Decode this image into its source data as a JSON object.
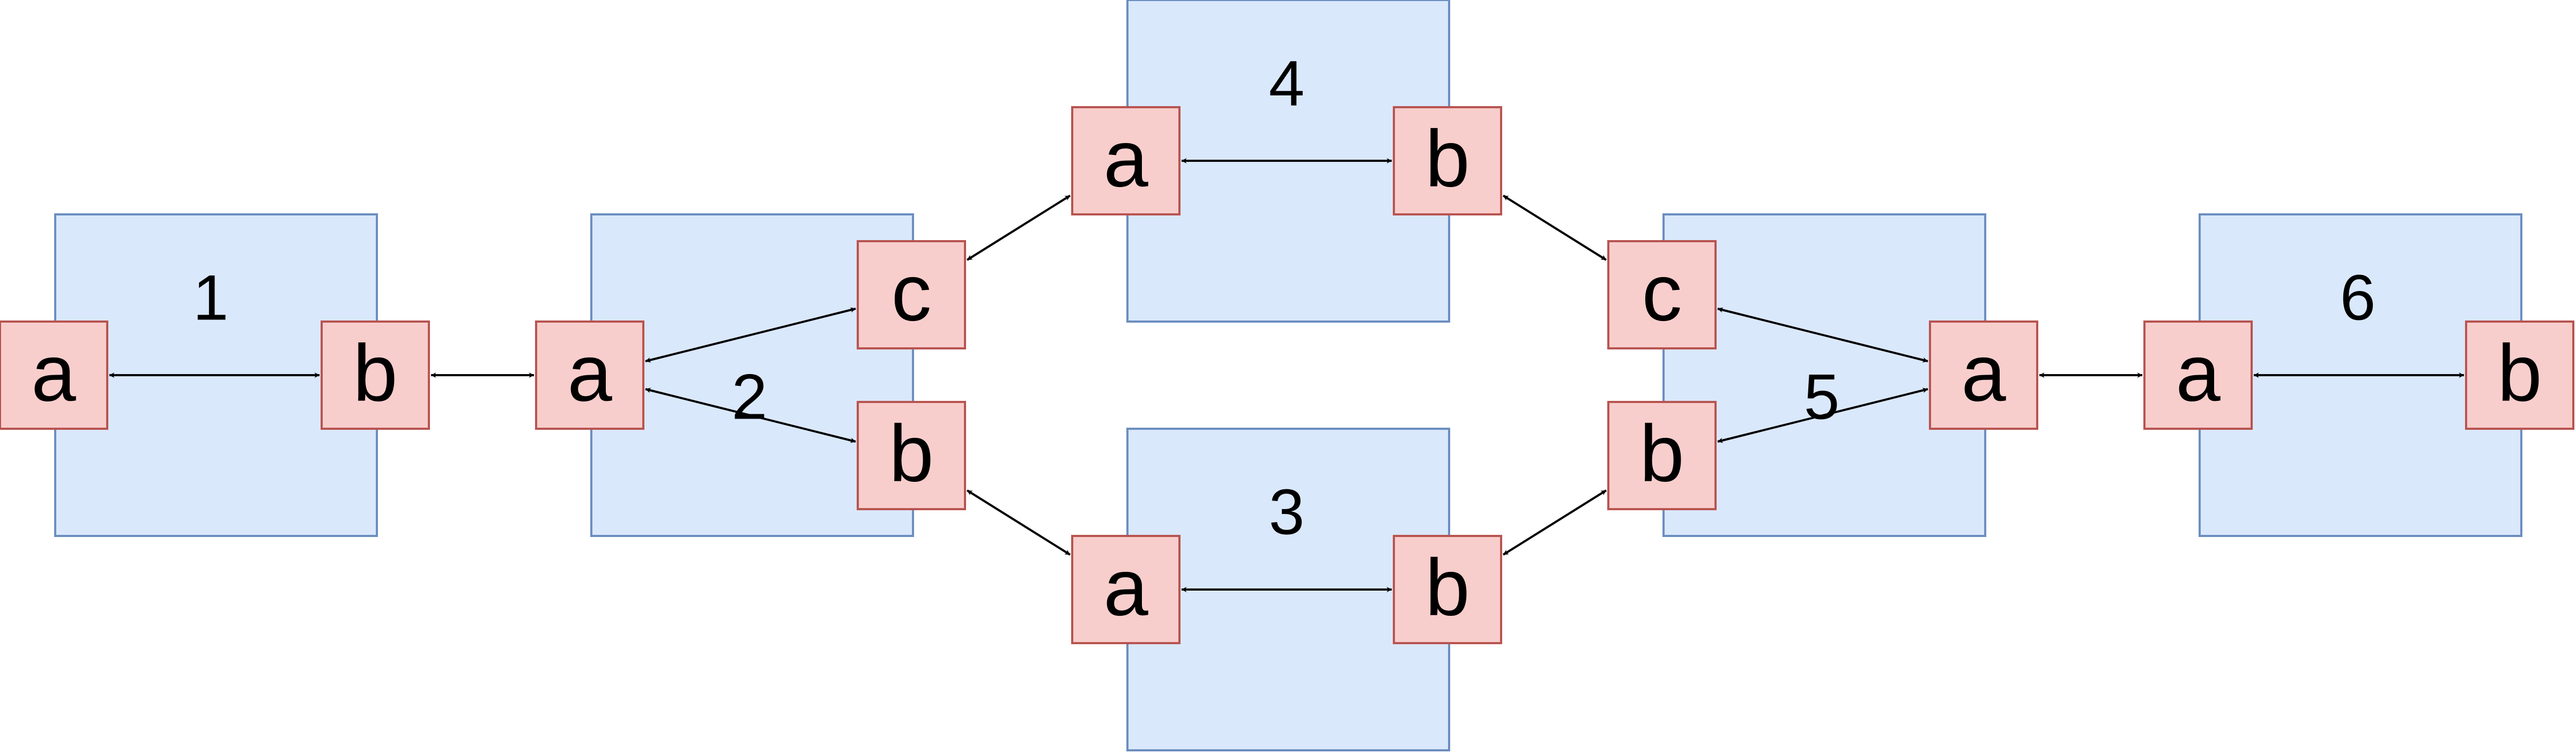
{
  "diagram": {
    "colors": {
      "block_fill": "#dae8fc",
      "block_stroke": "#6c8ebf",
      "port_fill": "#f8cecc",
      "port_stroke": "#b85450",
      "edge": "#000000"
    },
    "blocks": [
      {
        "id": "b1",
        "label": "1"
      },
      {
        "id": "b2",
        "label": "2"
      },
      {
        "id": "b3",
        "label": "3"
      },
      {
        "id": "b4",
        "label": "4"
      },
      {
        "id": "b5",
        "label": "5"
      },
      {
        "id": "b6",
        "label": "6"
      }
    ],
    "ports": [
      {
        "id": "p1a",
        "block": "b1",
        "label": "a"
      },
      {
        "id": "p1b",
        "block": "b1",
        "label": "b"
      },
      {
        "id": "p2a",
        "block": "b2",
        "label": "a"
      },
      {
        "id": "p2c",
        "block": "b2",
        "label": "c"
      },
      {
        "id": "p2b",
        "block": "b2",
        "label": "b"
      },
      {
        "id": "p4a",
        "block": "b4",
        "label": "a"
      },
      {
        "id": "p4b",
        "block": "b4",
        "label": "b"
      },
      {
        "id": "p3a",
        "block": "b3",
        "label": "a"
      },
      {
        "id": "p3b",
        "block": "b3",
        "label": "b"
      },
      {
        "id": "p5c",
        "block": "b5",
        "label": "c"
      },
      {
        "id": "p5b",
        "block": "b5",
        "label": "b"
      },
      {
        "id": "p5a",
        "block": "b5",
        "label": "a"
      },
      {
        "id": "p6a",
        "block": "b6",
        "label": "a"
      },
      {
        "id": "p6b",
        "block": "b6",
        "label": "b"
      }
    ],
    "edges": [
      {
        "from": "p1a",
        "to": "p1b",
        "direction": "both"
      },
      {
        "from": "p1b",
        "to": "p2a",
        "direction": "both"
      },
      {
        "from": "p2a",
        "to": "p2c",
        "direction": "both"
      },
      {
        "from": "p2a",
        "to": "p2b",
        "direction": "both"
      },
      {
        "from": "p2c",
        "to": "p4a",
        "direction": "both"
      },
      {
        "from": "p2b",
        "to": "p3a",
        "direction": "both"
      },
      {
        "from": "p4a",
        "to": "p4b",
        "direction": "both"
      },
      {
        "from": "p3a",
        "to": "p3b",
        "direction": "both"
      },
      {
        "from": "p4b",
        "to": "p5c",
        "direction": "both"
      },
      {
        "from": "p3b",
        "to": "p5b",
        "direction": "both"
      },
      {
        "from": "p5c",
        "to": "p5a",
        "direction": "both"
      },
      {
        "from": "p5b",
        "to": "p5a",
        "direction": "both"
      },
      {
        "from": "p5a",
        "to": "p6a",
        "direction": "both"
      },
      {
        "from": "p6a",
        "to": "p6b",
        "direction": "both"
      }
    ]
  }
}
